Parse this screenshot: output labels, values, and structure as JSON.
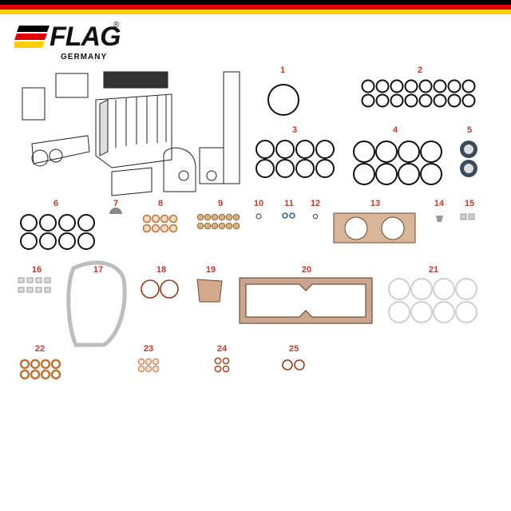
{
  "header": {
    "brand": "FLAG",
    "registered": "®",
    "subtitle": "GERMANY",
    "colors": {
      "black": "#000000",
      "red": "#dd0000",
      "gold": "#ffce00"
    }
  },
  "parts": [
    {
      "label": "1"
    },
    {
      "label": "2"
    },
    {
      "label": "3"
    },
    {
      "label": "4"
    },
    {
      "label": "5"
    },
    {
      "label": "6"
    },
    {
      "label": "7"
    },
    {
      "label": "8"
    },
    {
      "label": "9"
    },
    {
      "label": "10"
    },
    {
      "label": "11"
    },
    {
      "label": "12"
    },
    {
      "label": "13"
    },
    {
      "label": "14"
    },
    {
      "label": "15"
    },
    {
      "label": "16"
    },
    {
      "label": "17"
    },
    {
      "label": "18"
    },
    {
      "label": "19"
    },
    {
      "label": "20"
    },
    {
      "label": "21"
    },
    {
      "label": "22"
    },
    {
      "label": "23"
    },
    {
      "label": "24"
    },
    {
      "label": "25"
    }
  ],
  "colors": {
    "oring": "#111111",
    "label": "#c0392b",
    "copper": "#b8733a",
    "gasket": "#b98d6e",
    "seal": "#3a4a5a",
    "clear": "#cfcfcf"
  }
}
